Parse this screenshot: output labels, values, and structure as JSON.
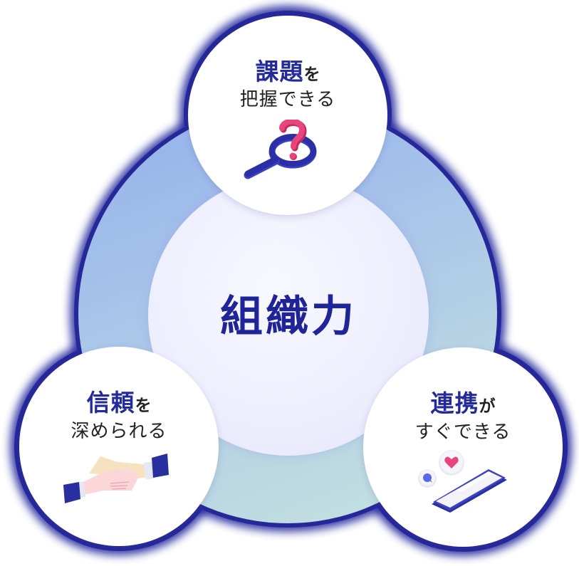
{
  "diagram": {
    "center": {
      "label": "組織力"
    },
    "nodes": [
      {
        "position": "top",
        "highlight": "課題",
        "suffix": "を",
        "subtitle": "把握できる",
        "icon": "magnifier-question-icon"
      },
      {
        "position": "bottom-left",
        "highlight": "信頼",
        "suffix": "を",
        "subtitle": "深められる",
        "icon": "handshake-icon"
      },
      {
        "position": "bottom-right",
        "highlight": "連携",
        "suffix": "が",
        "subtitle": "すぐできる",
        "icon": "smartphone-chat-icon"
      }
    ]
  },
  "colors": {
    "accent_navy": "#232a9c",
    "halo_navy": "#2a2fa0",
    "pink": "#e8457c",
    "ring_blue": "#9ab6ea",
    "ring_teal": "#c6e3df",
    "center_fill": "#eeeffd",
    "text_dark": "#222222"
  }
}
